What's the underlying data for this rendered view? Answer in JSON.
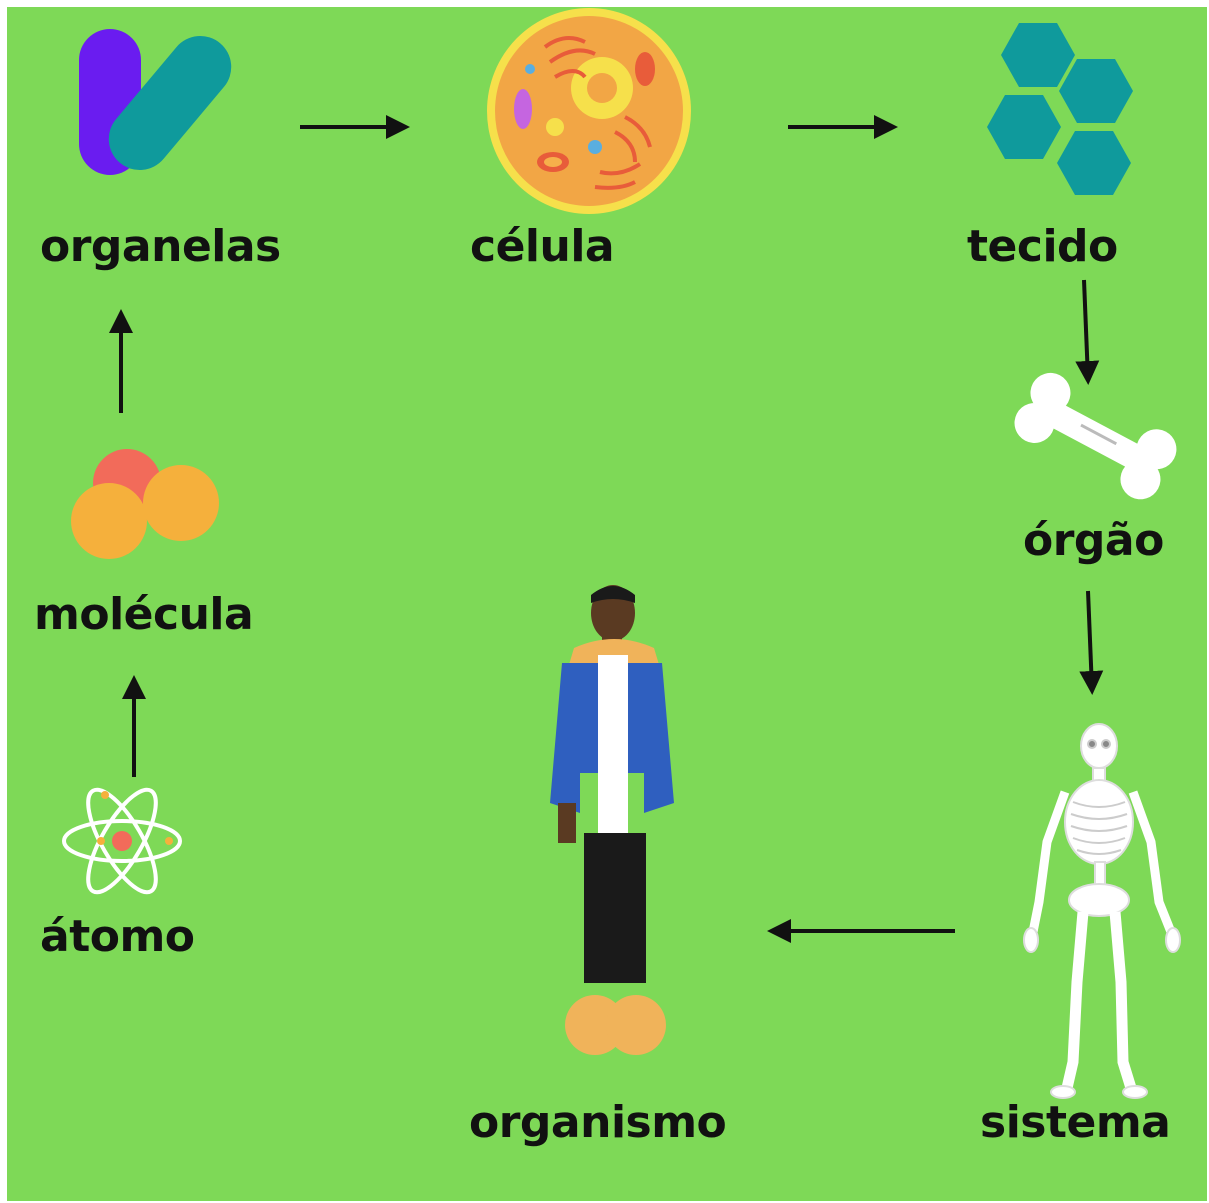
{
  "diagram": {
    "nodes": [
      {
        "id": "atomo",
        "label": "átomo",
        "icon": "atom-icon"
      },
      {
        "id": "molecula",
        "label": "molécula",
        "icon": "molecule-icon"
      },
      {
        "id": "organelas",
        "label": "organelas",
        "icon": "organelles-icon"
      },
      {
        "id": "celula",
        "label": "célula",
        "icon": "cell-icon"
      },
      {
        "id": "tecido",
        "label": "tecido",
        "icon": "tissue-hexagons-icon"
      },
      {
        "id": "orgao",
        "label": "órgão",
        "icon": "bone-icon"
      },
      {
        "id": "sistema",
        "label": "sistema",
        "icon": "skeleton-icon"
      },
      {
        "id": "organismo",
        "label": "organismo",
        "icon": "person-icon"
      }
    ],
    "edges": [
      {
        "from": "atomo",
        "to": "molecula"
      },
      {
        "from": "molecula",
        "to": "organelas"
      },
      {
        "from": "organelas",
        "to": "celula"
      },
      {
        "from": "celula",
        "to": "tecido"
      },
      {
        "from": "tecido",
        "to": "orgao"
      },
      {
        "from": "orgao",
        "to": "sistema"
      },
      {
        "from": "sistema",
        "to": "organismo"
      }
    ],
    "colors": {
      "background": "#7ed957",
      "text": "#111111",
      "arrow": "#111111"
    }
  }
}
